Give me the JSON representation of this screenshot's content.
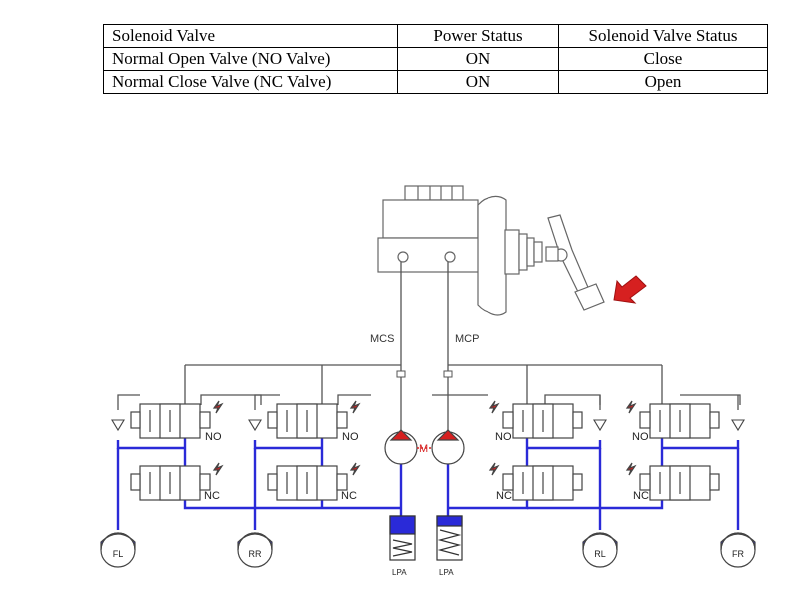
{
  "table": {
    "header": [
      "Solenoid Valve",
      "Power Status",
      "Solenoid Valve Status"
    ],
    "rows": [
      [
        "Normal Open Valve (NO Valve)",
        "ON",
        "Close"
      ],
      [
        "Normal Close Valve (NC Valve)",
        "ON",
        "Open"
      ]
    ]
  },
  "diagram": {
    "labels": {
      "mcs": "MCS",
      "mcp": "MCP",
      "no": "NO",
      "nc": "NC",
      "motor": "M",
      "lpa": "LPA",
      "wheels": [
        "FL",
        "RR",
        "RL",
        "FR"
      ]
    },
    "colors": {
      "hydraulic_line": "#2a2ad8",
      "line": "#555555",
      "arrow": "#d62020",
      "solenoid_bolt": "#d62020"
    },
    "icons": [
      "master-cylinder-icon",
      "brake-booster-icon",
      "brake-pedal-icon",
      "pump-icon",
      "motor-icon",
      "accumulator-icon",
      "check-valve-icon",
      "solenoid-icon",
      "wheel-circle-icon"
    ]
  }
}
